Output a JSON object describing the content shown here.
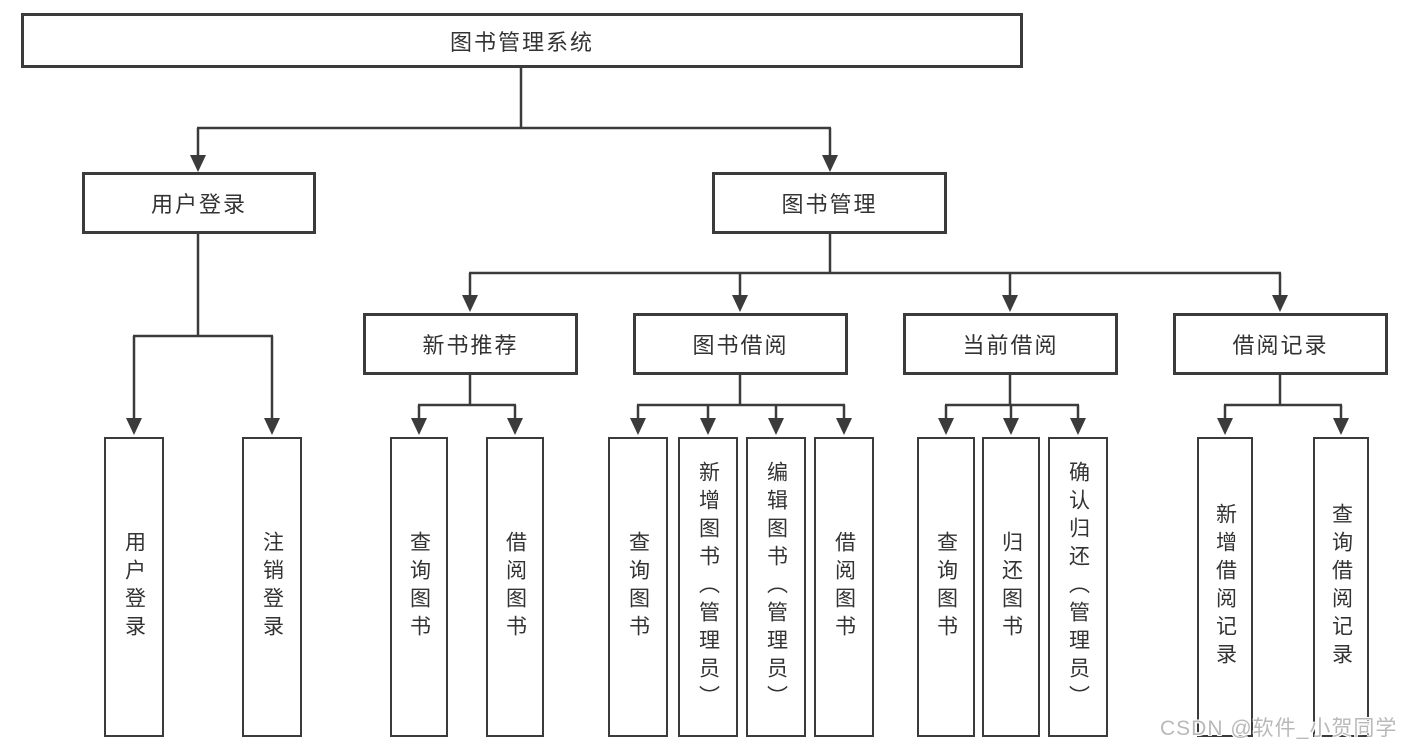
{
  "tree": {
    "root": {
      "label": "图书管理系统"
    },
    "level1": [
      {
        "label": "用户登录",
        "leaves": [
          "用户登录",
          "注销登录"
        ]
      },
      {
        "label": "图书管理",
        "sections": [
          {
            "label": "新书推荐",
            "leaves": [
              "查询图书",
              "借阅图书"
            ]
          },
          {
            "label": "图书借阅",
            "leaves": [
              "查询图书",
              "新增图书（管理员）",
              "编辑图书（管理员）",
              "借阅图书"
            ]
          },
          {
            "label": "当前借阅",
            "leaves": [
              "查询图书",
              "归还图书",
              "确认归还（管理员）"
            ]
          },
          {
            "label": "借阅记录",
            "leaves": [
              "新增借阅记录",
              "查询借阅记录"
            ]
          }
        ]
      }
    ]
  },
  "watermark": {
    "text": "CSDN @软件_小贺同学"
  },
  "colors": {
    "line": "#3b3b3b",
    "text": "#333333",
    "watermark": "#b9b9b9",
    "background": "#ffffff"
  }
}
